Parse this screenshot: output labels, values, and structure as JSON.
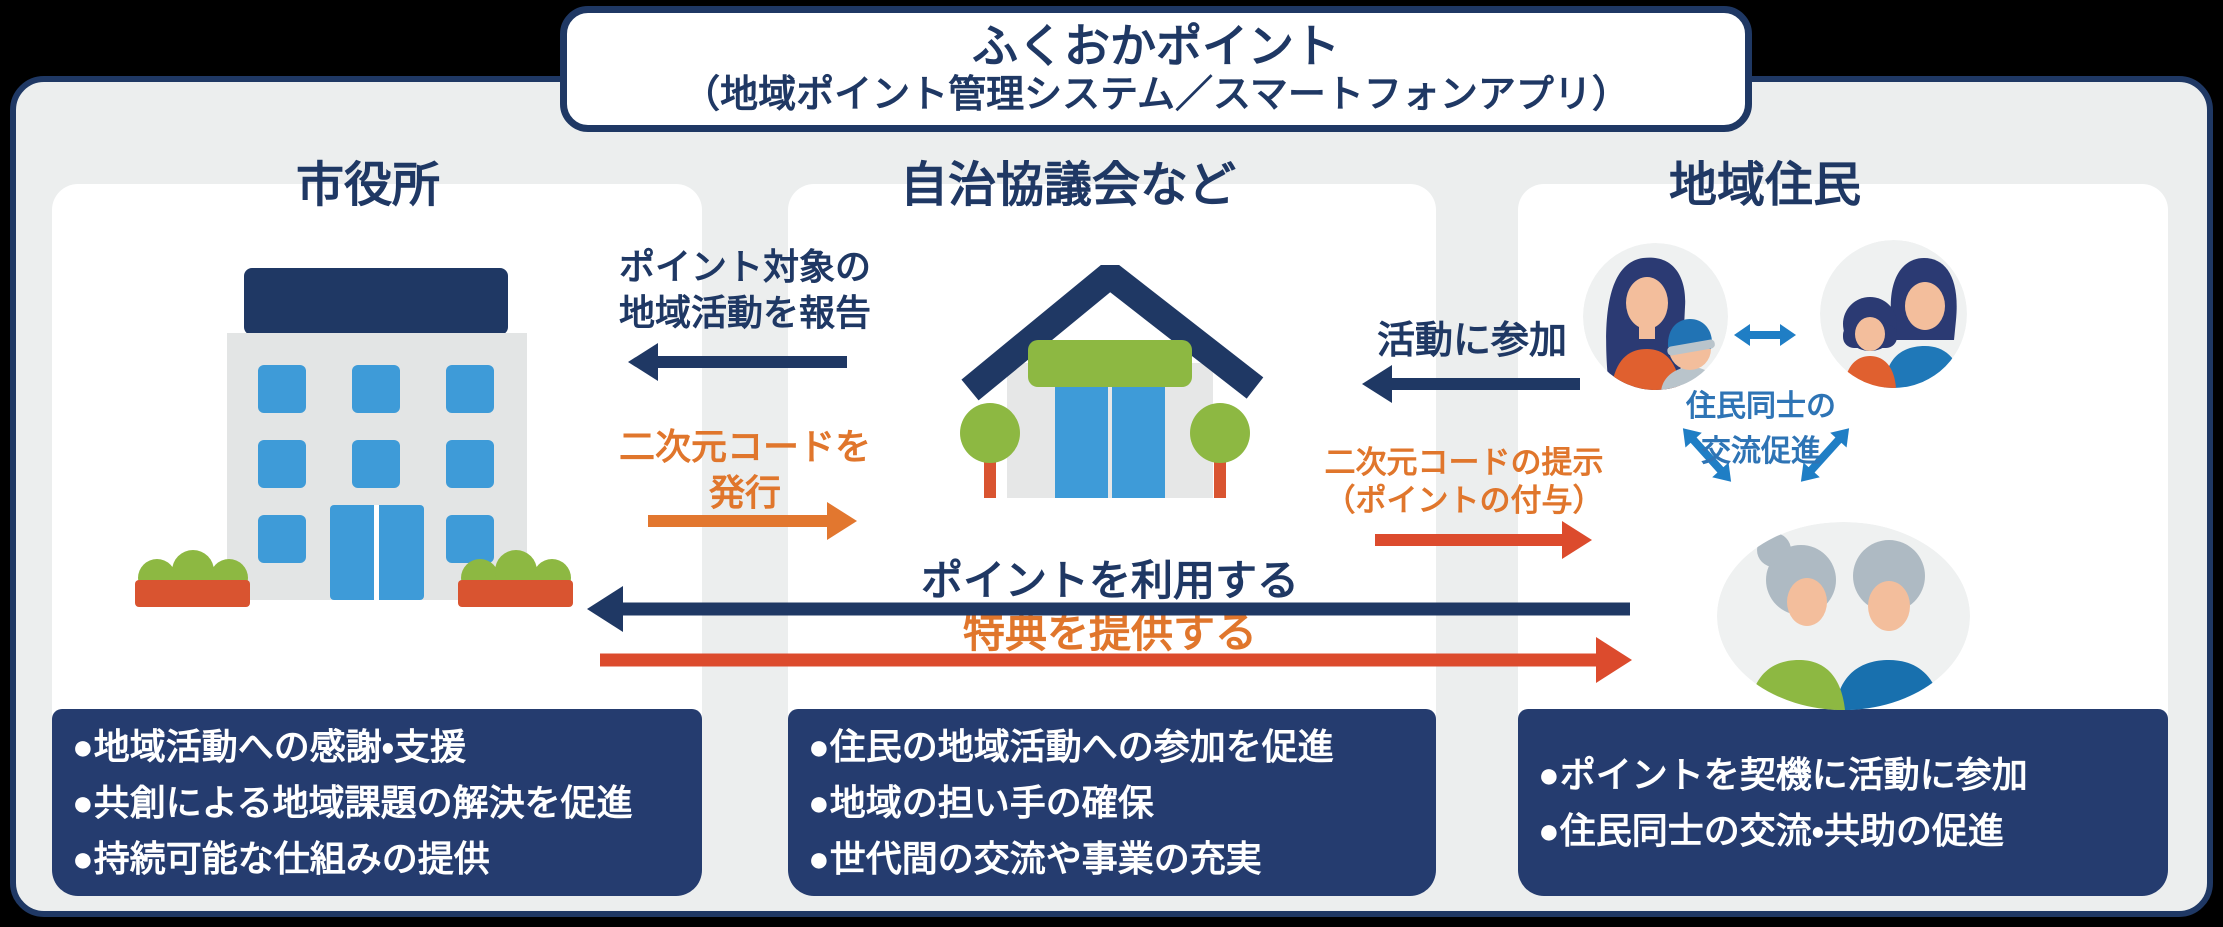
{
  "title": {
    "main": "ふくおかポイント",
    "subtitle": "（地域ポイント管理システム／スマートフォンアプリ）"
  },
  "columns": [
    {
      "header": "市役所",
      "icon": "city-hall-building-icon",
      "bullets": [
        "●地域活動への感謝・支援",
        "●共創による地域課題の解決を促進",
        "●持続可能な仕組みの提供"
      ]
    },
    {
      "header": "自治協議会など",
      "icon": "community-house-icon",
      "bullets": [
        "●住民の地域活動への参加を促進",
        "●地域の担い手の確保",
        "●世代間の交流や事業の充実"
      ]
    },
    {
      "header": "地域住民",
      "icon": "resident-families-icon",
      "bullets": [
        "●ポイントを契機に活動に参加",
        "●住民同士の交流・共助の促進"
      ]
    }
  ],
  "flows": {
    "report": {
      "lines": [
        "ポイント対象の",
        "地域活動を報告"
      ],
      "direction": "left",
      "color": "#1F3864"
    },
    "issue_qr": {
      "lines": [
        "二次元コードを",
        "発行"
      ],
      "direction": "right",
      "color": "#E2772F"
    },
    "participate": {
      "lines": [
        "活動に参加"
      ],
      "direction": "left",
      "color": "#1F3864"
    },
    "present_qr": {
      "lines": [
        "二次元コードの提示",
        "（ポイントの付与）"
      ],
      "direction": "right",
      "color": "#DC4B2D"
    },
    "use_points": {
      "lines": [
        "ポイントを利用する"
      ],
      "direction": "left",
      "color": "#1F3864"
    },
    "provide_benefits": {
      "lines": [
        "特典を提供する"
      ],
      "direction": "right",
      "color": "#DC4B2D"
    }
  },
  "residents_note": {
    "lines": [
      "住民同士の",
      "交流促進"
    ]
  },
  "colors": {
    "navy": "#1F3864",
    "box_navy": "#253C6F",
    "orange_text": "#E0762C",
    "orange_arrow": "#E2772F",
    "red_arrow": "#DC4B2D",
    "window_blue": "#3E9BD8",
    "green": "#8DB842",
    "resident_arrow_blue": "#1F7EC5",
    "resident_text_blue": "#2E74B5",
    "panel_gray": "#ECEEEE"
  }
}
